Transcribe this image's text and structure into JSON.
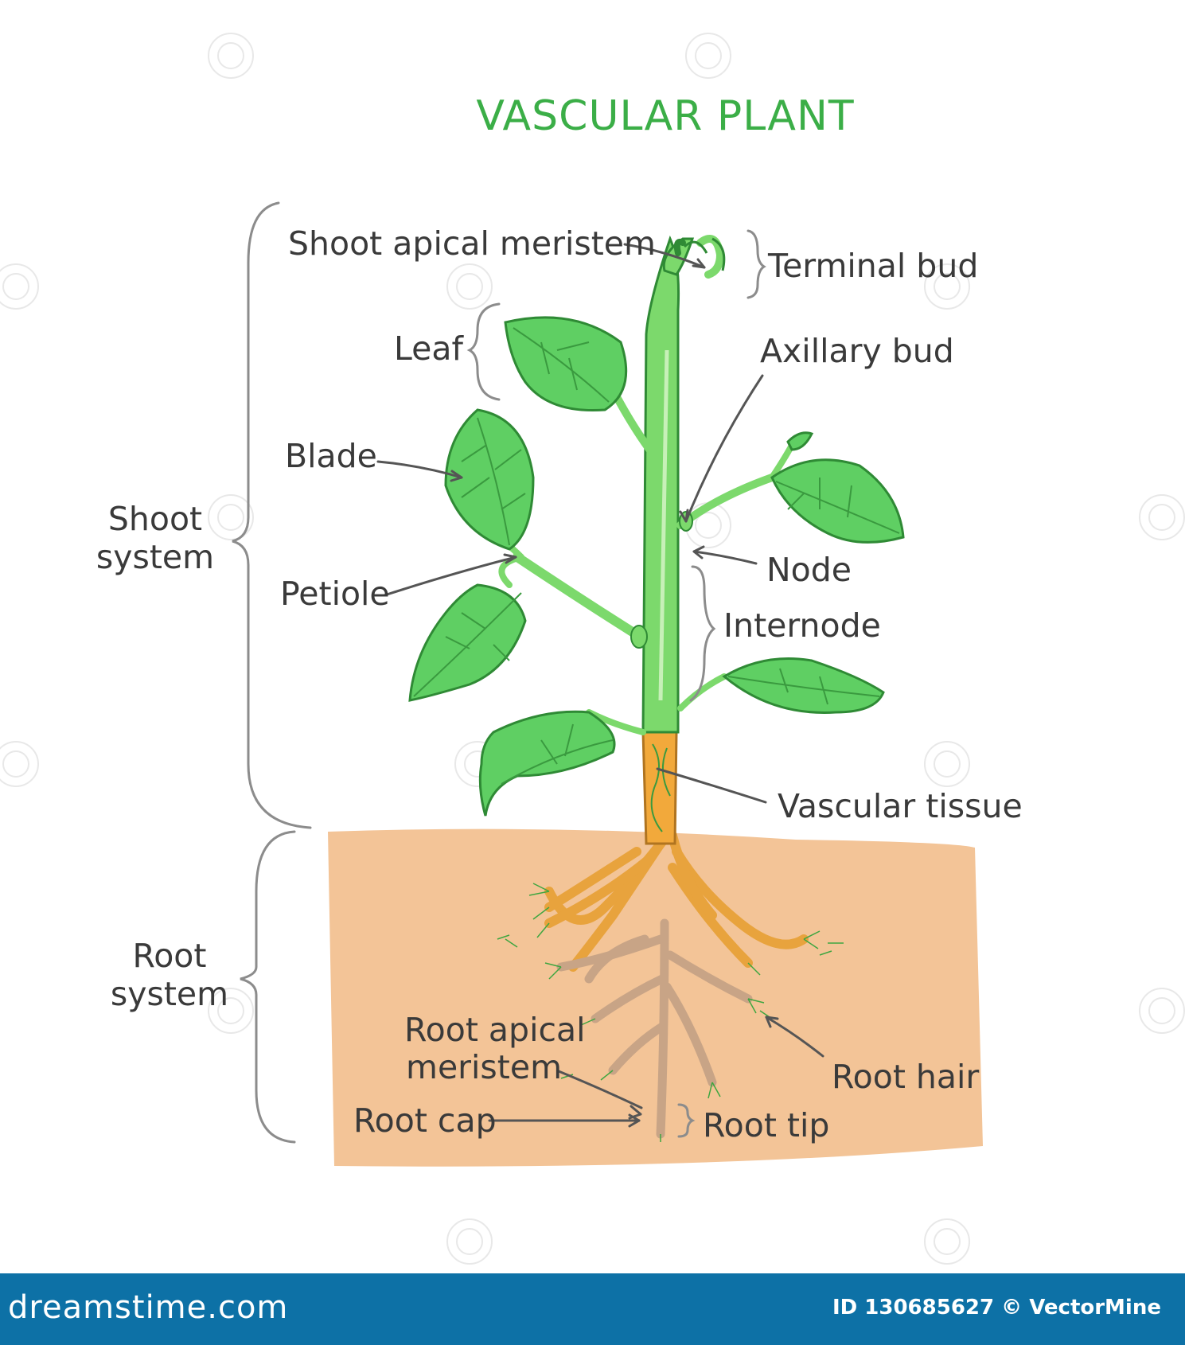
{
  "title": "VASCULAR PLANT",
  "labels": {
    "shoot_apical_meristem": "Shoot apical meristem",
    "terminal_bud": "Terminal bud",
    "leaf": "Leaf",
    "axillary_bud": "Axillary bud",
    "blade": "Blade",
    "shoot_system_1": "Shoot",
    "shoot_system_2": "system",
    "petiole": "Petiole",
    "node": "Node",
    "internode": "Internode",
    "vascular_tissue": "Vascular tissue",
    "root_system_1": "Root",
    "root_system_2": "system",
    "root_apical_meristem_1": "Root apical",
    "root_apical_meristem_2": "meristem",
    "root_hair": "Root hair",
    "root_cap": "Root cap",
    "root_tip": "Root tip"
  },
  "footer": {
    "brand": "dreamstime.com",
    "credit": "ID 130685627 © VectorMine"
  },
  "colors": {
    "title": "#3bae47",
    "leaf": "#5fcf63",
    "stem": "#7cd96c",
    "soil": "#f3c497",
    "root_vascular": "#e8a33d",
    "footer": "#0d71a6"
  }
}
